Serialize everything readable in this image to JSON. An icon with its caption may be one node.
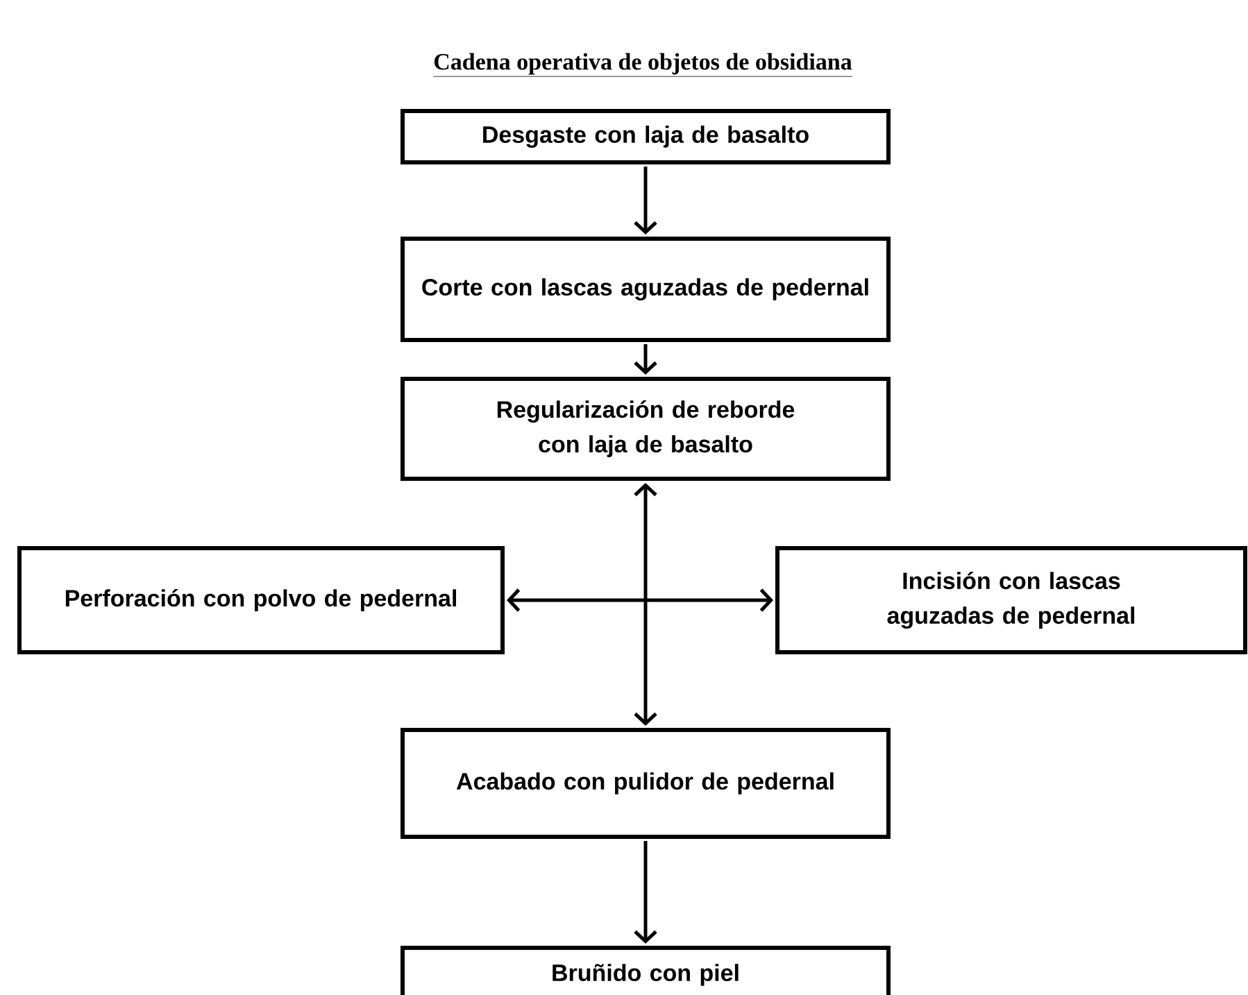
{
  "diagram": {
    "title": "Cadena operativa de objetos de obsidiana",
    "nodes": [
      {
        "text": [
          "Desgaste con laja de basalto"
        ]
      },
      {
        "text": [
          "Corte con lascas aguzadas de pedernal"
        ]
      },
      {
        "text": [
          "Regularización de reborde con laja de basalto"
        ]
      },
      {
        "text": [
          "Perforación con polvo de pedernal"
        ]
      },
      {
        "text": [
          "Incisión con lascas aguzadas de pedernal"
        ]
      },
      {
        "text": [
          "Acabado con pulidor de pedernal"
        ]
      },
      {
        "text": [
          "Bruñido con piel"
        ]
      }
    ],
    "edges": [
      {
        "from": 0,
        "to": 1,
        "arrow": "to"
      },
      {
        "from": 1,
        "to": 2,
        "arrow": "to"
      },
      {
        "from": 3,
        "to": 4,
        "arrow": "both"
      },
      {
        "from": 2,
        "to": 5,
        "arrow": "both"
      },
      {
        "from": 5,
        "to": 6,
        "arrow": "to"
      }
    ]
  }
}
